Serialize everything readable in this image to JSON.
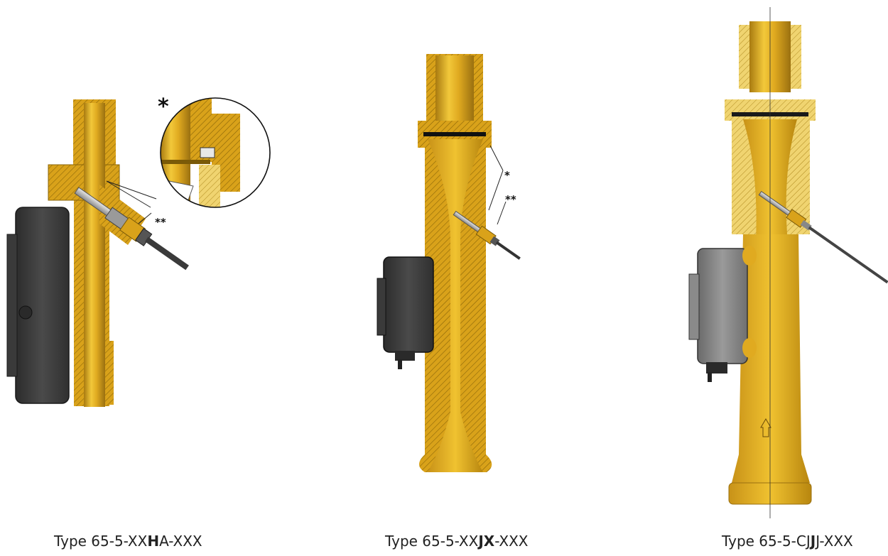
{
  "diagram": {
    "captions": [
      {
        "pre": "Type 65-5-XX",
        "bold": "H",
        "post": "A-XXX"
      },
      {
        "pre": "Type 65-5-XX",
        "bold": "JX",
        "post": "-XXX"
      },
      {
        "pre": "Type 65-5-CJ",
        "bold": "J",
        "post": "J-XXX"
      }
    ],
    "markers": {
      "single": "*",
      "double": "**"
    },
    "colors": {
      "brass": "#d9a21a",
      "brass_light": "#f0c93a",
      "brass_dark": "#a87a10",
      "housing": "#3c3c3c",
      "housing_light": "#8a8a8a",
      "sensor": "#b8b8b8",
      "cable": "#4a4a4a"
    }
  }
}
